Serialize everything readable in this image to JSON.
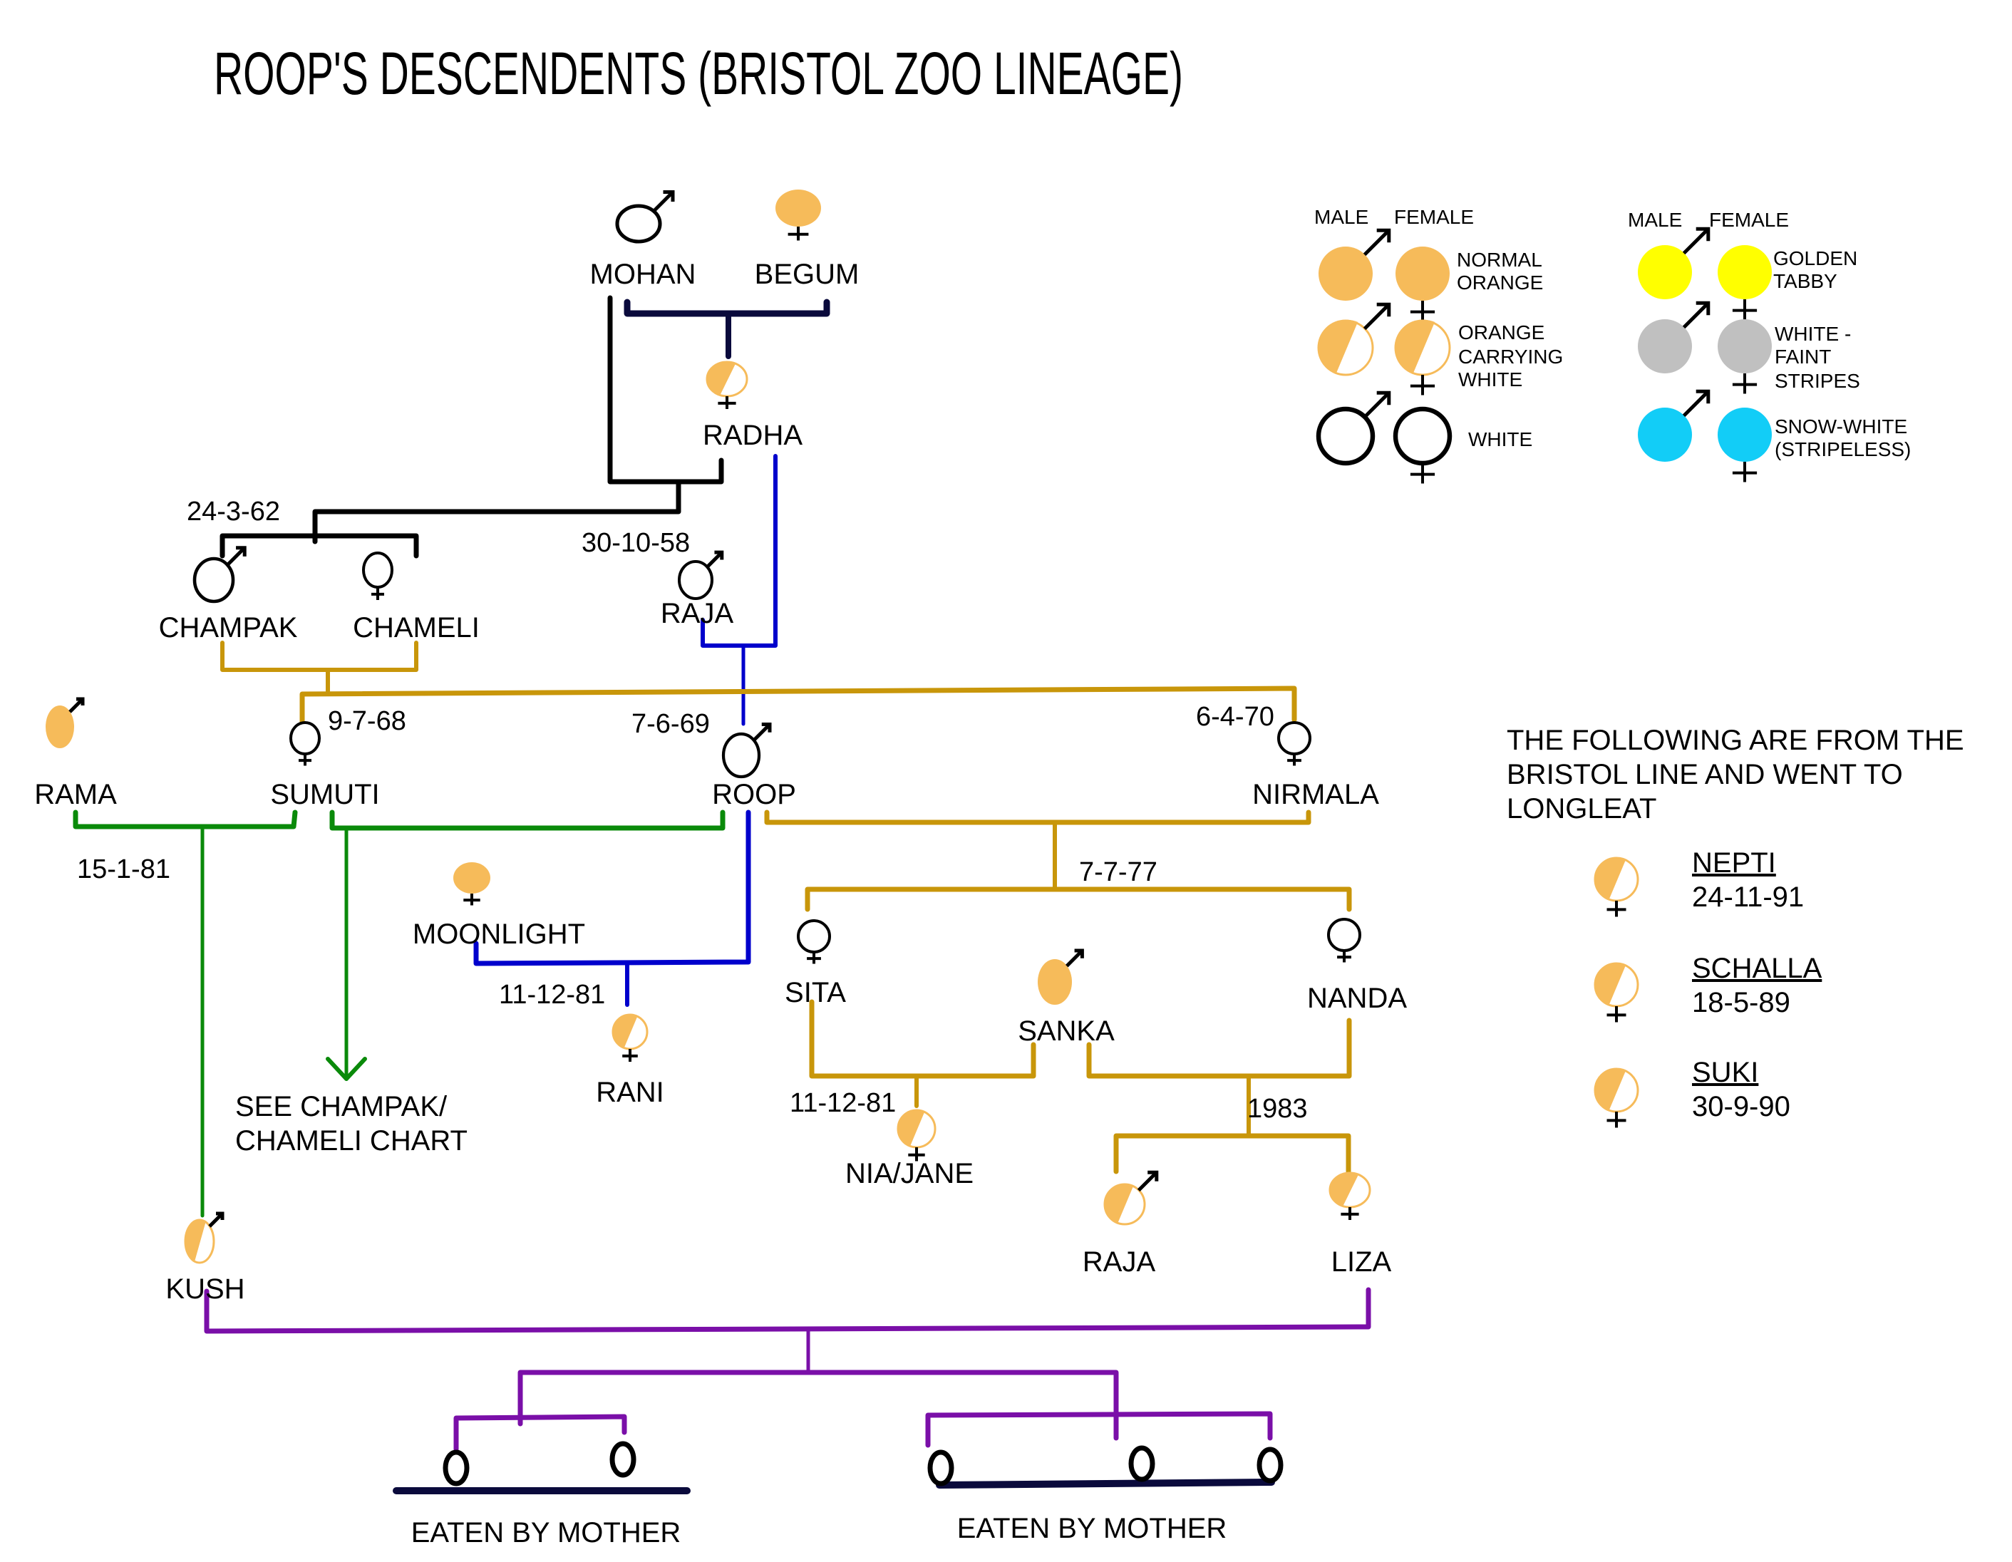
{
  "title": "ROOP'S DESCENDENTS (BRISTOL ZOO LINEAGE)",
  "colors": {
    "orange": "#f6bb5a",
    "golden_tabby": "#ffff00",
    "white_faint": "#c0c0c0",
    "snow_white": "#12cdf7",
    "line_black": "#000000",
    "line_navy": "#0a0a3c",
    "line_blue": "#0000cc",
    "line_gold": "#c8960a",
    "line_green": "#0a8a0a",
    "line_purple": "#7a0fa8"
  },
  "legend": {
    "left": {
      "male_header": "MALE",
      "female_header": "FEMALE",
      "rows": [
        {
          "type": "orange",
          "label_lines": [
            "NORMAL",
            "ORANGE"
          ]
        },
        {
          "type": "carrier",
          "label_lines": [
            "ORANGE",
            "CARRYING",
            "WHITE"
          ]
        },
        {
          "type": "white",
          "label_lines": [
            "WHITE"
          ]
        }
      ]
    },
    "right": {
      "male_header": "MALE",
      "female_header": "FEMALE",
      "rows": [
        {
          "type": "golden",
          "label_lines": [
            "GOLDEN",
            "TABBY"
          ]
        },
        {
          "type": "faint",
          "label_lines": [
            "WHITE -",
            "FAINT",
            "STRIPES"
          ]
        },
        {
          "type": "snow",
          "label_lines": [
            "SNOW-WHITE",
            "(STRIPELESS)"
          ]
        }
      ]
    }
  },
  "tigers": {
    "mohan": {
      "name": "MOHAN",
      "sex": "male",
      "type": "white"
    },
    "begum": {
      "name": "BEGUM",
      "sex": "female",
      "type": "orange"
    },
    "radha": {
      "name": "RADHA",
      "sex": "female",
      "type": "carrier"
    },
    "champak": {
      "name": "CHAMPAK",
      "sex": "male",
      "type": "white"
    },
    "chameli": {
      "name": "CHAMELI",
      "sex": "female",
      "type": "white"
    },
    "raja1": {
      "name": "RAJA",
      "sex": "male",
      "type": "white",
      "date": "30-10-58"
    },
    "rama": {
      "name": "RAMA",
      "sex": "male",
      "type": "orange"
    },
    "sumuti": {
      "name": "SUMUTI",
      "sex": "female",
      "type": "white",
      "date": "9-7-68"
    },
    "roop": {
      "name": "ROOP",
      "sex": "male",
      "type": "white",
      "date": "7-6-69"
    },
    "nirmala": {
      "name": "NIRMALA",
      "sex": "female",
      "type": "white",
      "date": "6-4-70"
    },
    "moonlight": {
      "name": "MOONLIGHT",
      "sex": "female",
      "type": "orange"
    },
    "rani": {
      "name": "RANI",
      "sex": "female",
      "type": "carrier"
    },
    "sita": {
      "name": "SITA",
      "sex": "female",
      "type": "white"
    },
    "nanda": {
      "name": "NANDA",
      "sex": "female",
      "type": "white"
    },
    "sanka": {
      "name": "SANKA",
      "sex": "male",
      "type": "orange"
    },
    "niajane": {
      "name": "NIA/JANE",
      "sex": "female",
      "type": "carrier"
    },
    "raja2": {
      "name": "RAJA",
      "sex": "male",
      "type": "carrier"
    },
    "liza": {
      "name": "LIZA",
      "sex": "female",
      "type": "carrier"
    },
    "kush": {
      "name": "KUSH",
      "sex": "male",
      "type": "carrier"
    }
  },
  "dates": {
    "champak_chameli": "24-3-62",
    "kush": "15-1-81",
    "rani": "11-12-81",
    "sita_nanda": "7-7-77",
    "niajane": "11-12-81",
    "raja_liza": "1983"
  },
  "see_note": [
    "SEE CHAMPAK/",
    "CHAMELI CHART"
  ],
  "litters": {
    "label1": "EATEN BY MOTHER",
    "label2": "EATEN BY MOTHER"
  },
  "longleat": {
    "intro_lines": [
      "THE FOLLOWING ARE FROM THE",
      "BRISTOL LINE AND WENT TO",
      "LONGLEAT"
    ],
    "tigers": [
      {
        "name": "NEPTI",
        "date": "24-11-91",
        "sex": "female",
        "type": "carrier"
      },
      {
        "name": "SCHALLA",
        "date": "18-5-89",
        "sex": "female",
        "type": "carrier"
      },
      {
        "name": "SUKI",
        "date": "30-9-90",
        "sex": "female",
        "type": "carrier"
      }
    ]
  }
}
